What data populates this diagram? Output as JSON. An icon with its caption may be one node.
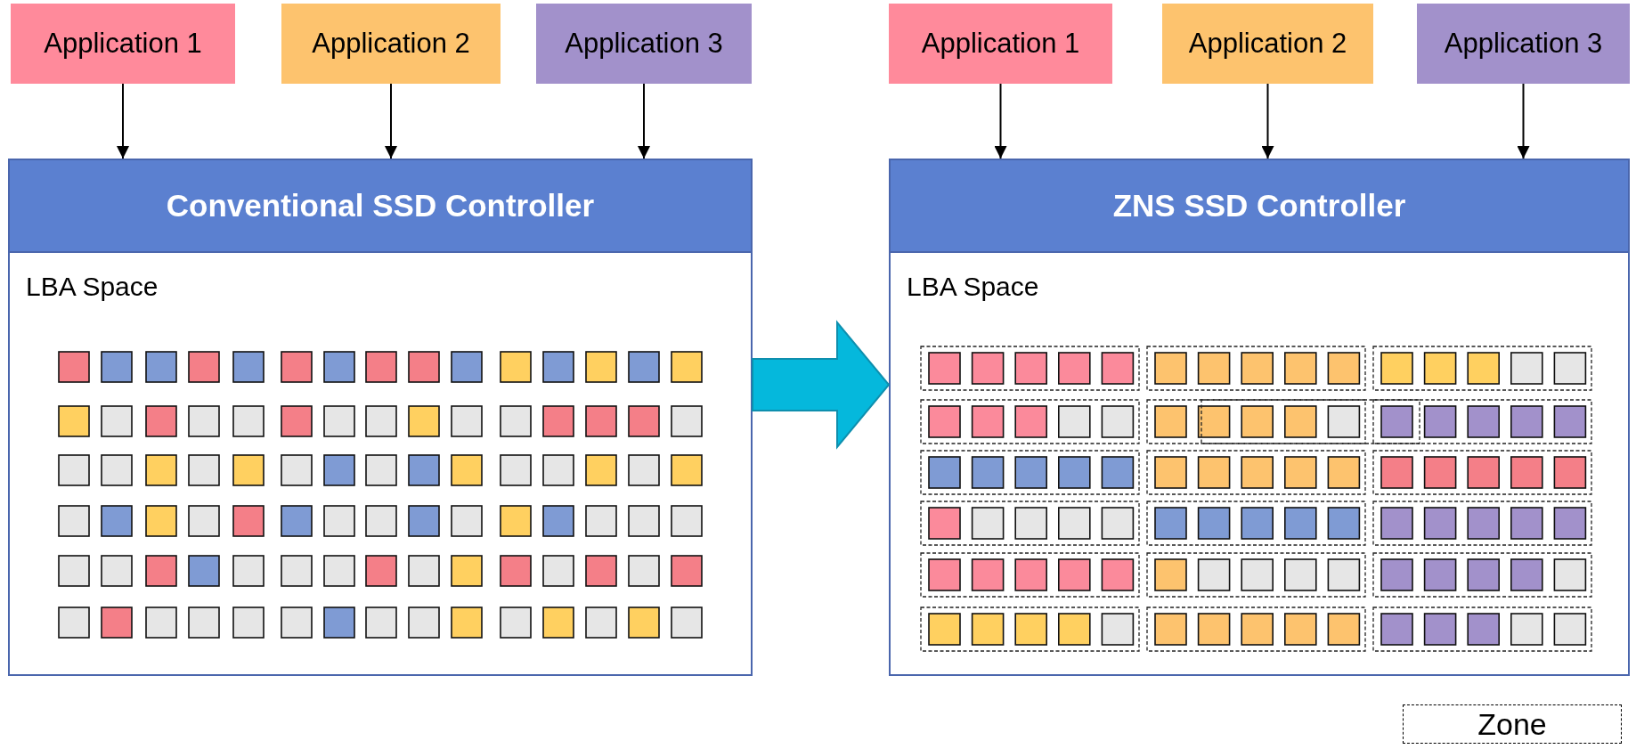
{
  "diagram": {
    "nodes": [
      {
        "text": [
          "Application 1"
        ]
      },
      {
        "text": [
          "Application 2"
        ]
      },
      {
        "text": [
          "Application 3"
        ]
      },
      {
        "text": [
          "Conventional SSD Controller",
          "LBA Space"
        ]
      },
      {
        "text": [
          "Application 1"
        ]
      },
      {
        "text": [
          "Application 2"
        ]
      },
      {
        "text": [
          "Application 3"
        ]
      },
      {
        "text": [
          "ZNS SSD Controller",
          "LBA Space"
        ]
      }
    ],
    "edges": [
      {
        "from": 0,
        "to": 3,
        "arrow": "to"
      },
      {
        "from": 1,
        "to": 3,
        "arrow": "to"
      },
      {
        "from": 2,
        "to": 3,
        "arrow": "to"
      },
      {
        "from": 4,
        "to": 7,
        "arrow": "to"
      },
      {
        "from": 5,
        "to": 7,
        "arrow": "to"
      },
      {
        "from": 6,
        "to": 7,
        "arrow": "to"
      },
      {
        "from": 3,
        "to": 7,
        "arrow": "to",
        "style": "thick",
        "color": "#05b8dc"
      }
    ],
    "legend": [
      {
        "text": "Zone"
      }
    ]
  }
}
